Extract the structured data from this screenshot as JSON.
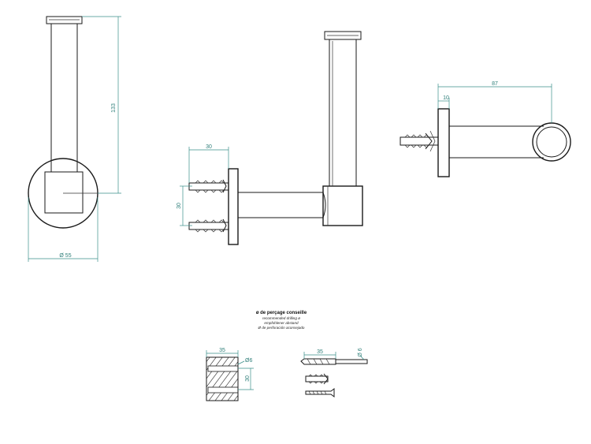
{
  "dimensions": {
    "height_133": "133",
    "diameter_55": "Ø 55",
    "side_30_top": "30",
    "side_30_left": "30",
    "top_87": "87",
    "top_10": "10",
    "block_35": "35",
    "block_d6": "Ø6",
    "block_30": "30",
    "drill_35": "35",
    "drill_d6": "Ø 6"
  },
  "drilling_note": {
    "title": "ø de perçage conseille",
    "line_en": "recommended drilling ø",
    "line_de": "empfohlener abstand",
    "line_es": "Ø de perforación aconsejado"
  },
  "colors": {
    "line": "#1a1a1a",
    "dimension": "#3a8f8a"
  }
}
